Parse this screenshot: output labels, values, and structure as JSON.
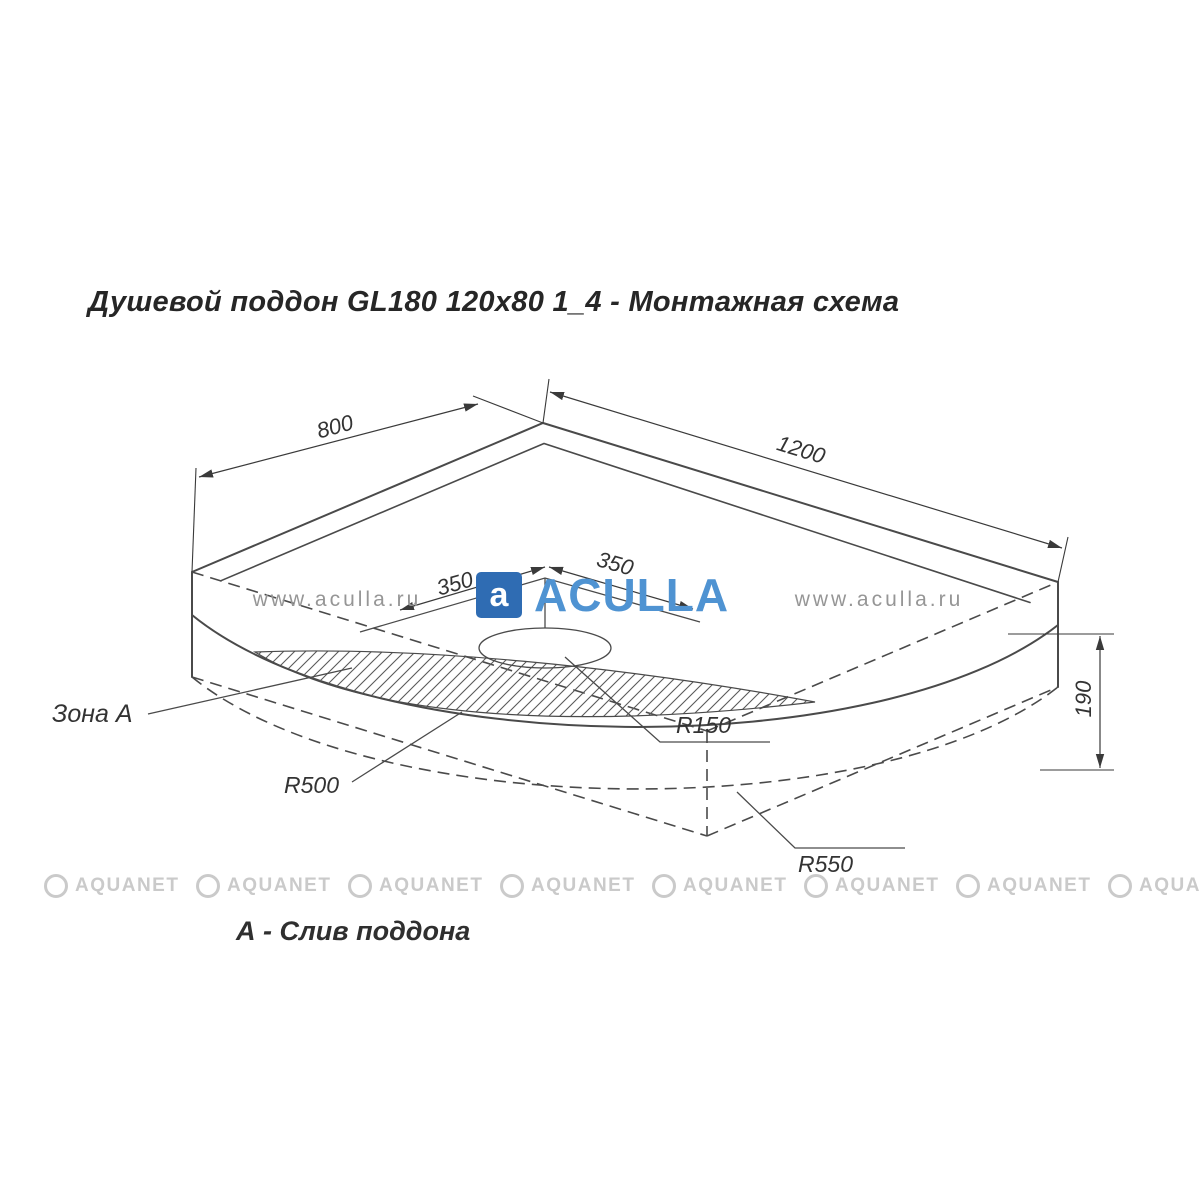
{
  "title": "Душевой поддон GL180 120x80 1_4 - Монтажная схема",
  "caption": "А - Слив поддона",
  "dims": {
    "depth": "800",
    "width": "1200",
    "height": "190",
    "drain_offset_left": "350",
    "drain_offset_right": "350"
  },
  "labels": {
    "zone": "Зона А",
    "r150": "R150",
    "r500": "R500",
    "r550": "R550"
  },
  "watermark": {
    "url": "www.aculla.ru",
    "brand": "ACULLA",
    "brand_icon_letter": "a",
    "brand_color": "#4f93d2",
    "brand_icon_color": "#2f6cb3",
    "bottom_brand": "AQUANET",
    "bottom_color": "#c8c8c8"
  },
  "drawing": {
    "line_color": "#4a4a4a",
    "type": "corner shower tray installation scheme, axonometric view"
  }
}
